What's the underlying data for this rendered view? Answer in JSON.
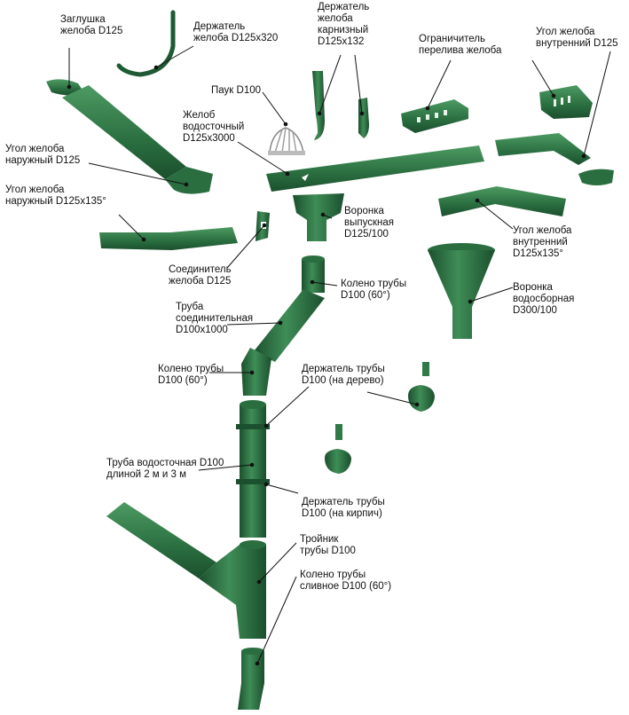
{
  "diagram": {
    "colors": {
      "green_dark": "#1e5a33",
      "green_mid": "#2f7a47",
      "green_light": "#4d9a63",
      "leader": "#111111"
    },
    "labels": [
      {
        "id": "zaglushka",
        "text": "Заглушка\nжелоба D125"
      },
      {
        "id": "derzhatel-zheloba",
        "text": "Держатель\nжелоба D125x320"
      },
      {
        "id": "derzhatel-karniznyi",
        "text": "Держатель\nжелоба\nкарнизный\nD125x132"
      },
      {
        "id": "ogranichitel",
        "text": "Ограничитель\nперелива желоба"
      },
      {
        "id": "ugol-vnutrennii-top",
        "text": "Угол желоба\nвнутренний D125"
      },
      {
        "id": "pauk",
        "text": "Паук D100"
      },
      {
        "id": "zhelob",
        "text": "Желоб\nводосточный\nD125x3000"
      },
      {
        "id": "ugol-naruzhnyi-125",
        "text": "Угол желоба\nнаружный D125"
      },
      {
        "id": "ugol-naruzhnyi-135",
        "text": "Угол желоба\nнаружный D125x135°"
      },
      {
        "id": "voronka-vypusknaya",
        "text": "Воронка\nвыпускная\nD125/100"
      },
      {
        "id": "ugol-vnutrennii-135",
        "text": "Угол желоба\nвнутренний\nD125x135°"
      },
      {
        "id": "soedinitel",
        "text": "Соединитель\nжелоба D125"
      },
      {
        "id": "koleno-top",
        "text": "Колено трубы\nD100 (60°)"
      },
      {
        "id": "voronka-vodosbornaya",
        "text": "Воронка\nводосборная\nD300/100"
      },
      {
        "id": "truba-soed",
        "text": "Труба\nсоединительная\nD100x1000"
      },
      {
        "id": "koleno-left",
        "text": "Колено трубы\nD100 (60°)"
      },
      {
        "id": "derzhatel-derevo",
        "text": "Держатель трубы\nD100 (на дерево)"
      },
      {
        "id": "truba-vodostochnaya",
        "text": "Труба водосточная D100\nдлиной 2 м и 3 м"
      },
      {
        "id": "derzhatel-kirpich",
        "text": "Держатель трубы\nD100 (на кирпич)"
      },
      {
        "id": "troinik",
        "text": "Тройник\nтрубы D100"
      },
      {
        "id": "koleno-slivnoe",
        "text": "Колено трубы\nсливное D100 (60°)"
      }
    ]
  }
}
